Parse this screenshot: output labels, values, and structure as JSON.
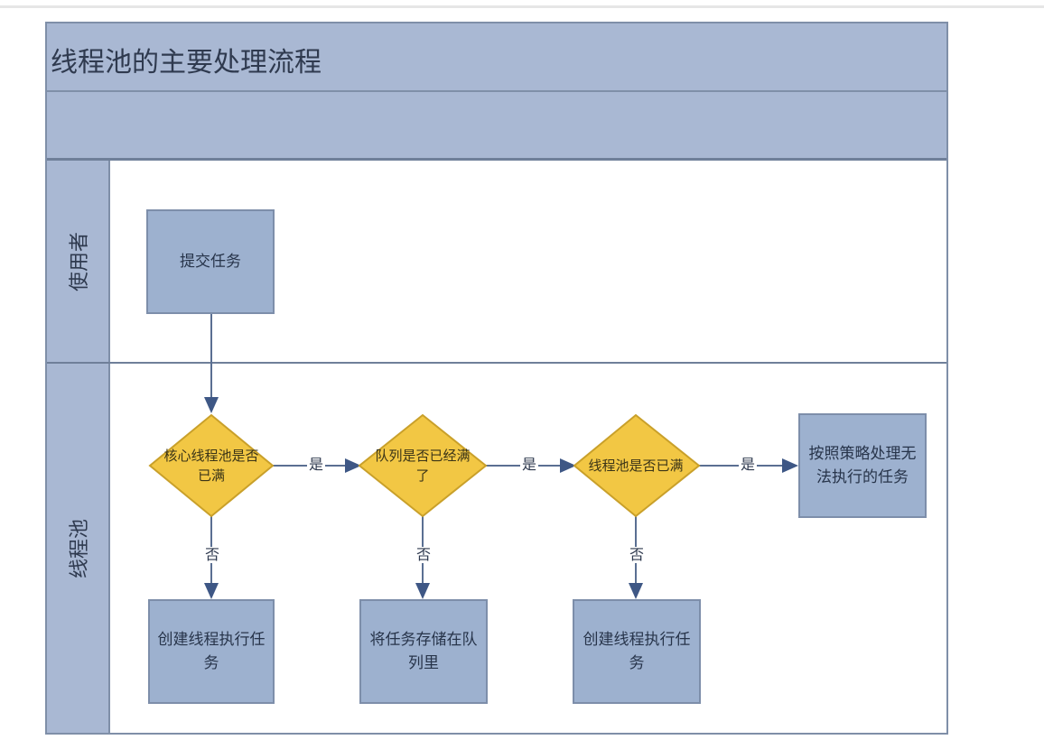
{
  "title": "线程池的主要处理流程",
  "lanes": {
    "user": "使用者",
    "pool": "线程池"
  },
  "nodes": {
    "submit": "提交任务",
    "d1": "核心线程池是否已满",
    "d2": "队列是否已经满了",
    "d3": "线程池是否已满",
    "reject": "按照策略处理无法执行的任务",
    "create1": "创建线程执行任务",
    "queue": "将任务存储在队列里",
    "create2": "创建线程执行任务"
  },
  "edge_labels": {
    "yes": "是",
    "no": "否"
  },
  "colors": {
    "header_fill": "#a9b8d3",
    "box_fill": "#9db1cf",
    "decision_fill": "#f2c744",
    "decision_stroke": "#c9a02a",
    "line": "#5a6f92"
  }
}
